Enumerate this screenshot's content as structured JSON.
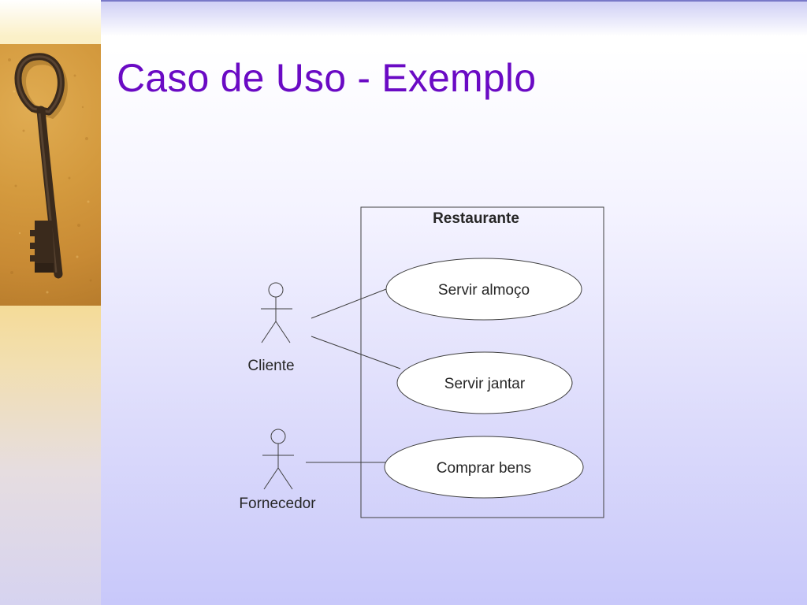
{
  "slide": {
    "title": "Caso de Uso - Exemplo",
    "photo_subject": "old-iron-key"
  },
  "diagram": {
    "system": {
      "name": "Restaurante"
    },
    "use_cases": [
      {
        "id": "uc1",
        "label": "Servir almoço"
      },
      {
        "id": "uc2",
        "label": "Servir jantar"
      },
      {
        "id": "uc3",
        "label": "Comprar bens"
      }
    ],
    "actors": [
      {
        "id": "a1",
        "label": "Cliente"
      },
      {
        "id": "a2",
        "label": "Fornecedor"
      }
    ],
    "associations": [
      {
        "actor": "a1",
        "use_case": "uc1"
      },
      {
        "actor": "a1",
        "use_case": "uc2"
      },
      {
        "actor": "a2",
        "use_case": "uc3"
      }
    ]
  },
  "colors": {
    "title": "#6a0ac4",
    "line": "#404040",
    "text": "#262626"
  }
}
